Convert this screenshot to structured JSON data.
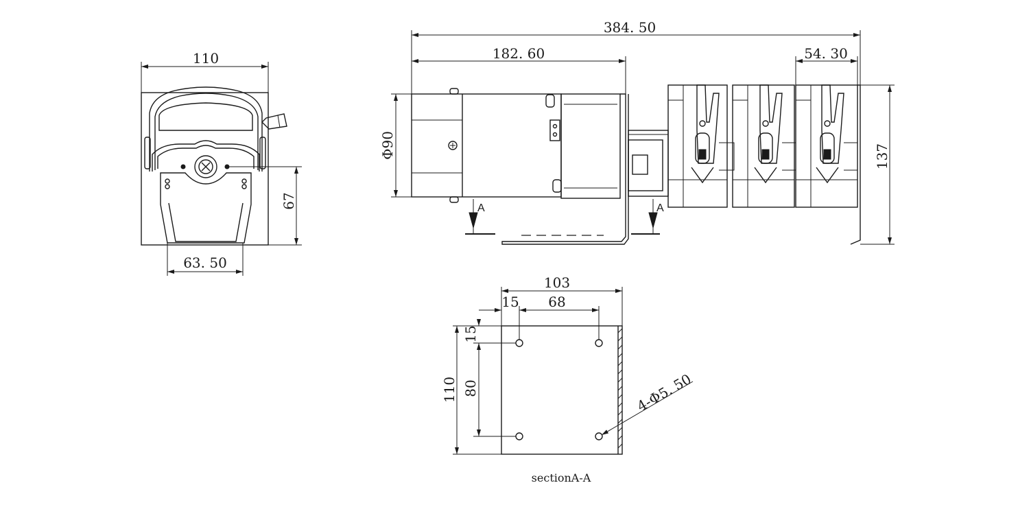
{
  "front_view": {
    "width_label": "110",
    "height_label": "67",
    "tube_width_label": "63. 50"
  },
  "side_view": {
    "overall_length_label": "384. 50",
    "motor_length_label": "182. 60",
    "head_length_label": "54. 30",
    "diameter_label": "Φ90",
    "height_label": "137",
    "section_mark_left": "A",
    "section_mark_right": "A"
  },
  "bracket_view": {
    "width_label": "103",
    "offset_x_label": "15",
    "hole_spacing_x_label": "68",
    "offset_y_label": "15",
    "height_label": "110",
    "hole_spacing_y_label": "80",
    "hole_label": "4-Φ5. 50",
    "caption": "sectionA-A"
  },
  "colors": {
    "line": "#1a1a1a",
    "background": "#ffffff"
  }
}
